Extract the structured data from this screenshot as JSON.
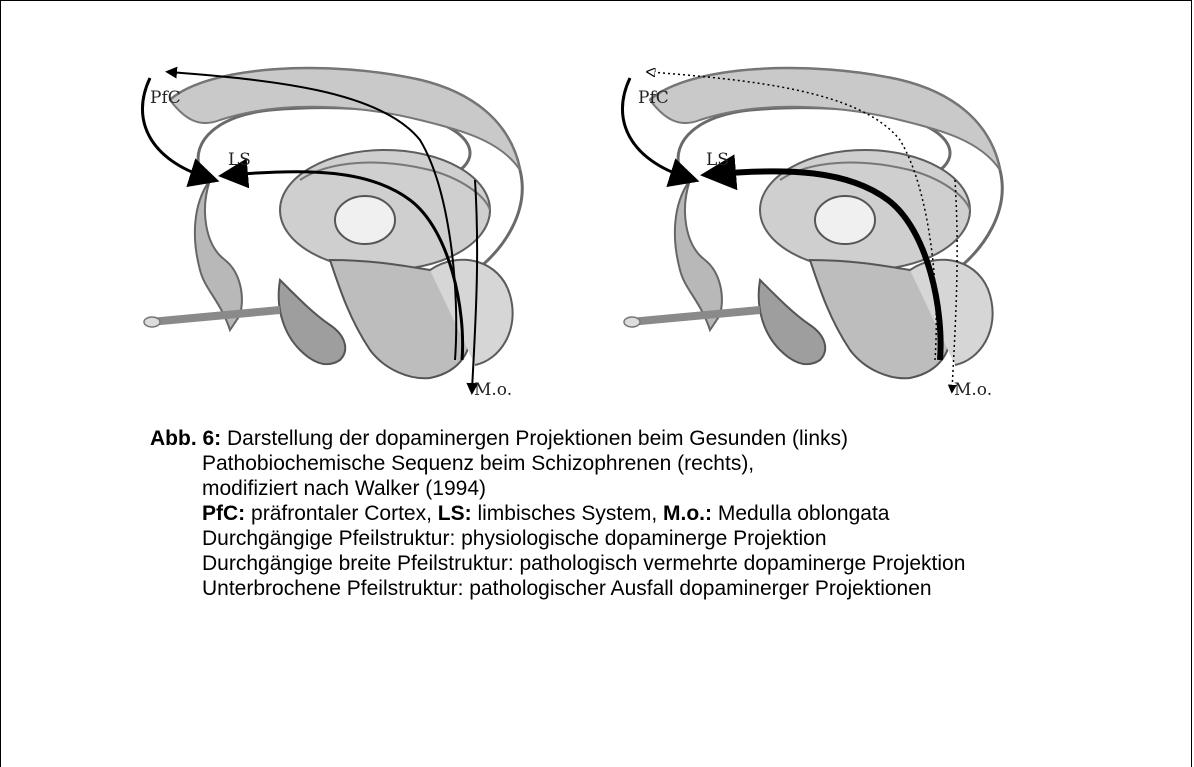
{
  "figure": {
    "labels": {
      "pfc": "PfC",
      "ls": "LS",
      "mo": "M.o."
    }
  },
  "caption": {
    "number": "Abb. 6:",
    "line1": "Darstellung der dopaminergen Projektionen beim Gesunden (links)",
    "line2": "Pathobiochemische Sequenz beim Schizophrenen (rechts),",
    "line3": "modifiziert nach Walker (1994)",
    "legend": {
      "pfc_abbr": "PfC:",
      "pfc_text": "präfrontaler Cortex,",
      "ls_abbr": "LS:",
      "ls_text": "limbisches System,",
      "mo_abbr": "M.o.:",
      "mo_text": "Medulla oblongata"
    },
    "line_solid": "Durchgängige Pfeilstruktur: physiologische dopaminerge Projektion",
    "line_wide": "Durchgängige breite Pfeilstruktur: pathologisch vermehrte dopaminerge Projektion",
    "line_broken": "Unterbrochene Pfeilstruktur: pathologischer Ausfall dopaminerger Projektionen"
  }
}
